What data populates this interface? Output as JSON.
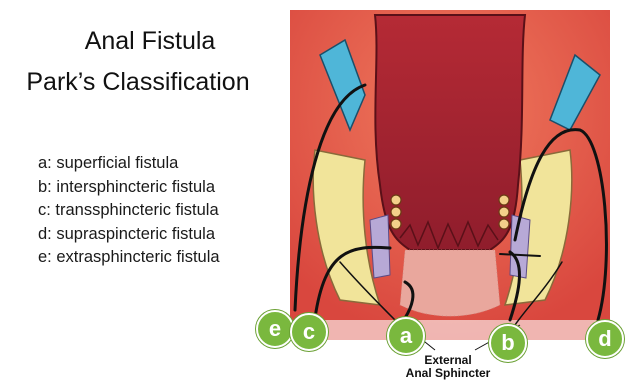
{
  "title": {
    "line1": "Anal Fistula",
    "line2": "Park’s Classification"
  },
  "legend": [
    "a: superficial fistula",
    "b: intersphincteric fistula",
    "c: transsphincteric fistula",
    "d: supraspincteric fistula",
    "e: extrasphincteric fistula"
  ],
  "markers": {
    "a": "a",
    "b": "b",
    "c": "c",
    "d": "d",
    "e": "e"
  },
  "caption": {
    "line1": "External",
    "line2": "Anal Sphincter"
  },
  "colors": {
    "marker": "#7ab83e",
    "tissue": "#e8574a",
    "fat": "#f1e49a",
    "muscle_blue": "#4fb6d8",
    "line": "#111111"
  }
}
